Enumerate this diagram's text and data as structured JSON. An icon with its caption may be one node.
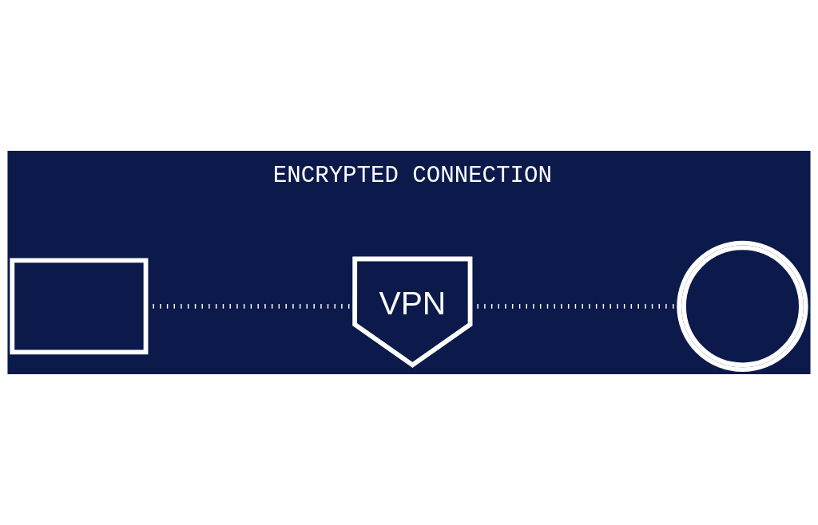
{
  "diagram": {
    "nodes": [
      {
        "text": [],
        "shape": "box"
      },
      {
        "text": [
          "VPN"
        ]
      },
      {
        "text": [],
        "shape": "circle"
      }
    ],
    "edges": [
      {
        "from": 0,
        "to": 1,
        "arrow": "none"
      },
      {
        "from": 1,
        "to": 2,
        "arrow": "none"
      }
    ],
    "labels": [
      "ENCRYPTED CONNECTION"
    ]
  }
}
